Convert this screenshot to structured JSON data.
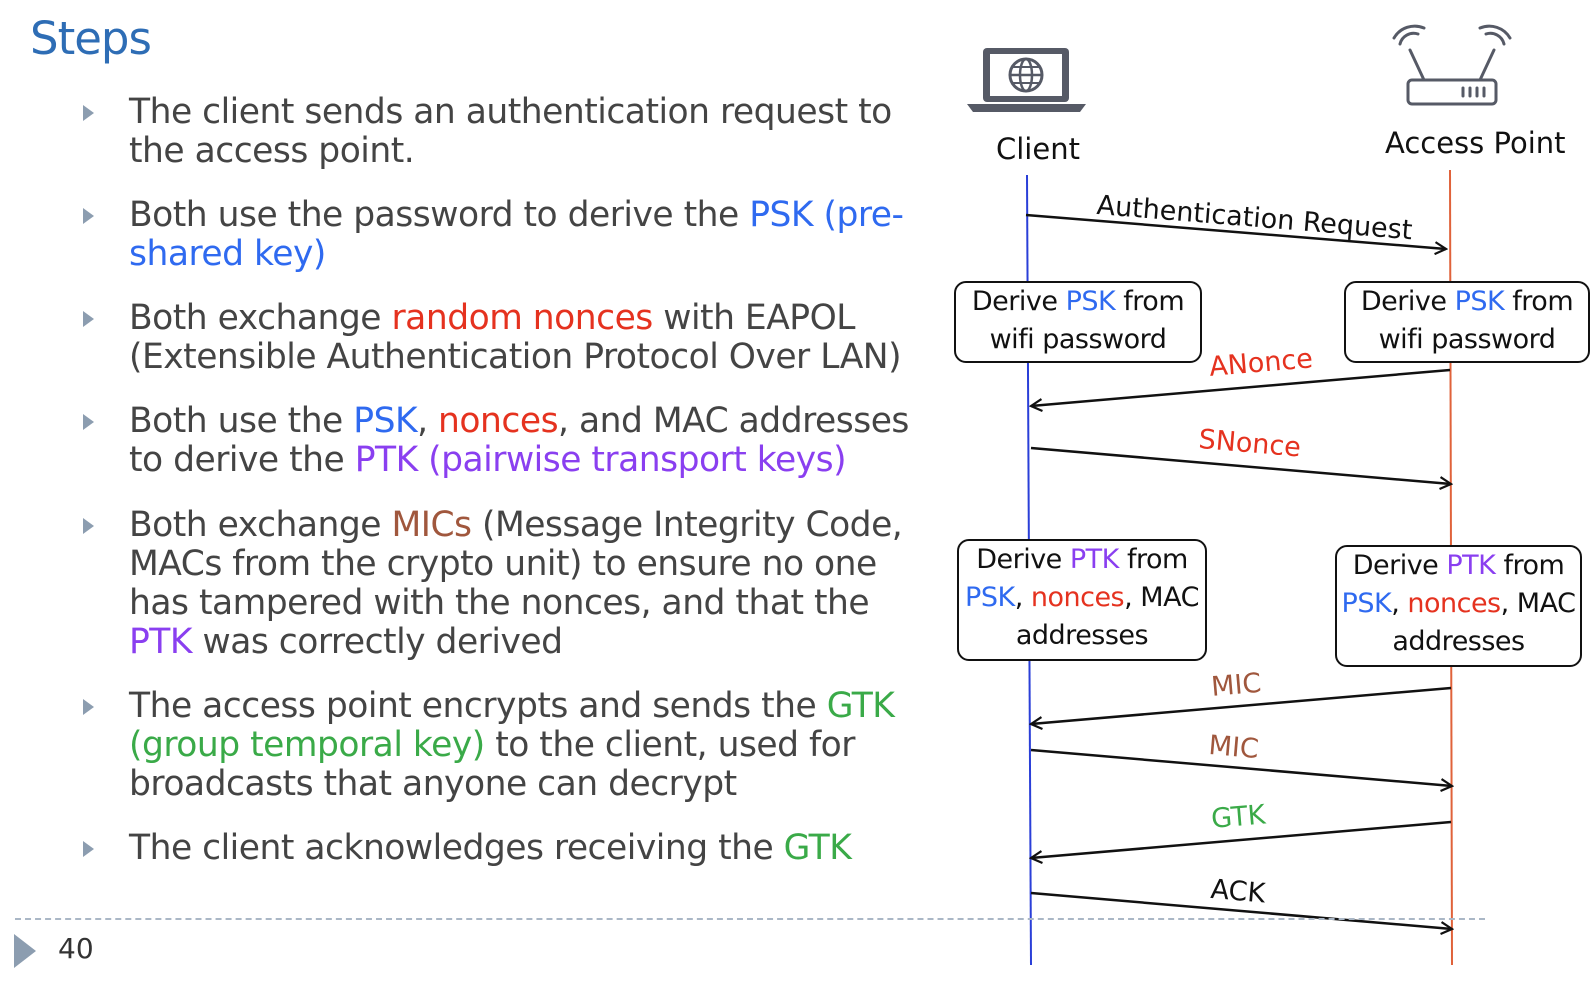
{
  "slide": {
    "title": "Steps",
    "page_number": "40"
  },
  "bullets": [
    {
      "lines": [
        [
          {
            "t": "The client sends an authentication request to"
          }
        ],
        [
          {
            "t": "the access point."
          }
        ]
      ]
    },
    {
      "lines": [
        [
          {
            "t": "Both use the password to derive the "
          },
          {
            "t": "PSK (pre-",
            "c": "blue"
          }
        ],
        [
          {
            "t": "shared key)",
            "c": "blue"
          }
        ]
      ]
    },
    {
      "lines": [
        [
          {
            "t": "Both exchange "
          },
          {
            "t": "random nonces",
            "c": "red"
          },
          {
            "t": " with EAPOL"
          }
        ],
        [
          {
            "t": "(Extensible Authentication Protocol Over LAN)"
          }
        ]
      ]
    },
    {
      "lines": [
        [
          {
            "t": "Both use the "
          },
          {
            "t": "PSK",
            "c": "blue"
          },
          {
            "t": ", "
          },
          {
            "t": "nonces",
            "c": "red"
          },
          {
            "t": ", and MAC addresses"
          }
        ],
        [
          {
            "t": "to derive the "
          },
          {
            "t": "PTK (pairwise transport keys)",
            "c": "purple"
          }
        ]
      ]
    },
    {
      "lines": [
        [
          {
            "t": "Both exchange "
          },
          {
            "t": "MICs",
            "c": "brown"
          },
          {
            "t": " (Message Integrity Code,"
          }
        ],
        [
          {
            "t": "MACs from the crypto unit) to ensure no one"
          }
        ],
        [
          {
            "t": "has tampered with the nonces, and that the"
          }
        ],
        [
          {
            "t": "PTK",
            "c": "purple"
          },
          {
            "t": " was correctly derived"
          }
        ]
      ]
    },
    {
      "lines": [
        [
          {
            "t": "The access point encrypts and sends the "
          },
          {
            "t": "GTK",
            "c": "green"
          }
        ],
        [
          {
            "t": "(group temporal key)",
            "c": "green"
          },
          {
            "t": " to the client, used for"
          }
        ],
        [
          {
            "t": "broadcasts that anyone can decrypt"
          }
        ]
      ]
    },
    {
      "lines": [
        [
          {
            "t": "The client acknowledges receiving the "
          },
          {
            "t": "GTK",
            "c": "green"
          }
        ]
      ]
    }
  ],
  "diagram": {
    "client_label": "Client",
    "ap_label": "Access Point",
    "client_icon": "laptop-globe-icon",
    "ap_icon": "wifi-router-icon",
    "messages": [
      {
        "label": "Authentication Request",
        "direction": "to-ap",
        "color": "#111111"
      },
      {
        "label": "ANonce",
        "direction": "to-client",
        "color": "#e5321f"
      },
      {
        "label": "SNonce",
        "direction": "to-ap",
        "color": "#e5321f"
      },
      {
        "label": "MIC",
        "direction": "to-client",
        "color": "#a0573d"
      },
      {
        "label": "MIC",
        "direction": "to-ap",
        "color": "#a0573d"
      },
      {
        "label": "GTK",
        "direction": "to-client",
        "color": "#3aaa48"
      },
      {
        "label": "ACK",
        "direction": "to-ap",
        "color": "#111111"
      }
    ],
    "psk_box": {
      "lines": [
        [
          {
            "t": "Derive "
          },
          {
            "t": "PSK",
            "c": "blue"
          },
          {
            "t": " from"
          }
        ],
        [
          {
            "t": "wifi password"
          }
        ]
      ]
    },
    "ptk_box": {
      "lines": [
        [
          {
            "t": "Derive "
          },
          {
            "t": "PTK",
            "c": "purple"
          },
          {
            "t": " from"
          }
        ],
        [
          {
            "t": "PSK",
            "c": "blue"
          },
          {
            "t": ", "
          },
          {
            "t": "nonces",
            "c": "red"
          },
          {
            "t": ", MAC"
          }
        ],
        [
          {
            "t": "addresses"
          }
        ]
      ]
    }
  },
  "colors": {
    "title": "#2e6db5",
    "text": "#444444",
    "psk": "#2f6af0",
    "nonce": "#e5321f",
    "ptk": "#8a3ff0",
    "mic": "#a0573d",
    "gtk": "#3aaa48",
    "client_lifeline": "#2a3fd8",
    "ap_lifeline": "#e0623a"
  }
}
